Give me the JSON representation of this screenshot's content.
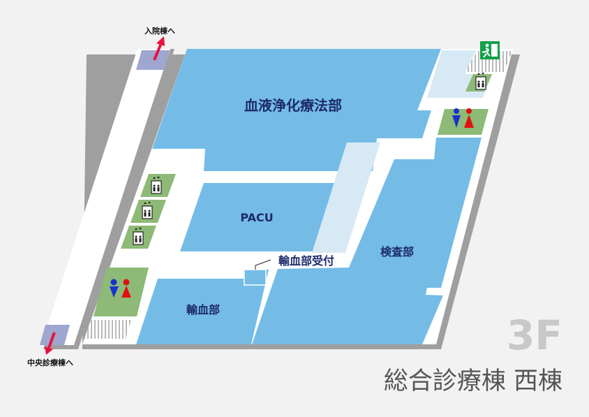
{
  "rooms": {
    "dialysis": "血液浄化療法部",
    "pacu": "PACU",
    "lab": "検査部",
    "transfusion": "輸血部",
    "transfusion_reception": "輸血部受付"
  },
  "directions": {
    "to_inpatient": "入院棟へ",
    "to_central": "中央診療棟へ"
  },
  "floor": "3F",
  "building": "総合診療棟 西棟",
  "colors": {
    "room": "#74bce6",
    "room_light": "#d7e9f5",
    "facility": "#8dba76",
    "corridor": "#ffffff",
    "wall": "#9f9f9f",
    "arrow": "#e8123f",
    "link": "#9fa6d0",
    "exit_sign": "#14a04a",
    "male": "#1a33cc",
    "female": "#e01010"
  },
  "icons": [
    "elevator-icon",
    "restroom-icon",
    "stairs-icon",
    "emergency-exit-icon",
    "direction-arrow-icon"
  ]
}
